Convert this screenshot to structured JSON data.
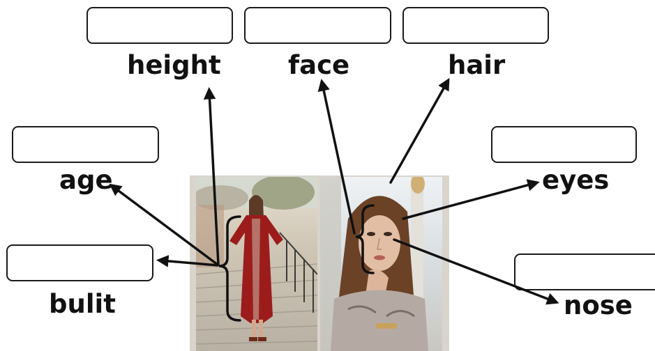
{
  "labels": {
    "height": "height",
    "face": "face",
    "hair": "hair",
    "age": "age",
    "eyes": "eyes",
    "bulit": "bulit",
    "nose": "nose"
  },
  "answer_boxes": {
    "height": "",
    "face": "",
    "hair": "",
    "age": "",
    "eyes": "",
    "bulit": "",
    "nose": ""
  },
  "colors": {
    "ink": "#111111",
    "dress": "#9c1c1c"
  }
}
